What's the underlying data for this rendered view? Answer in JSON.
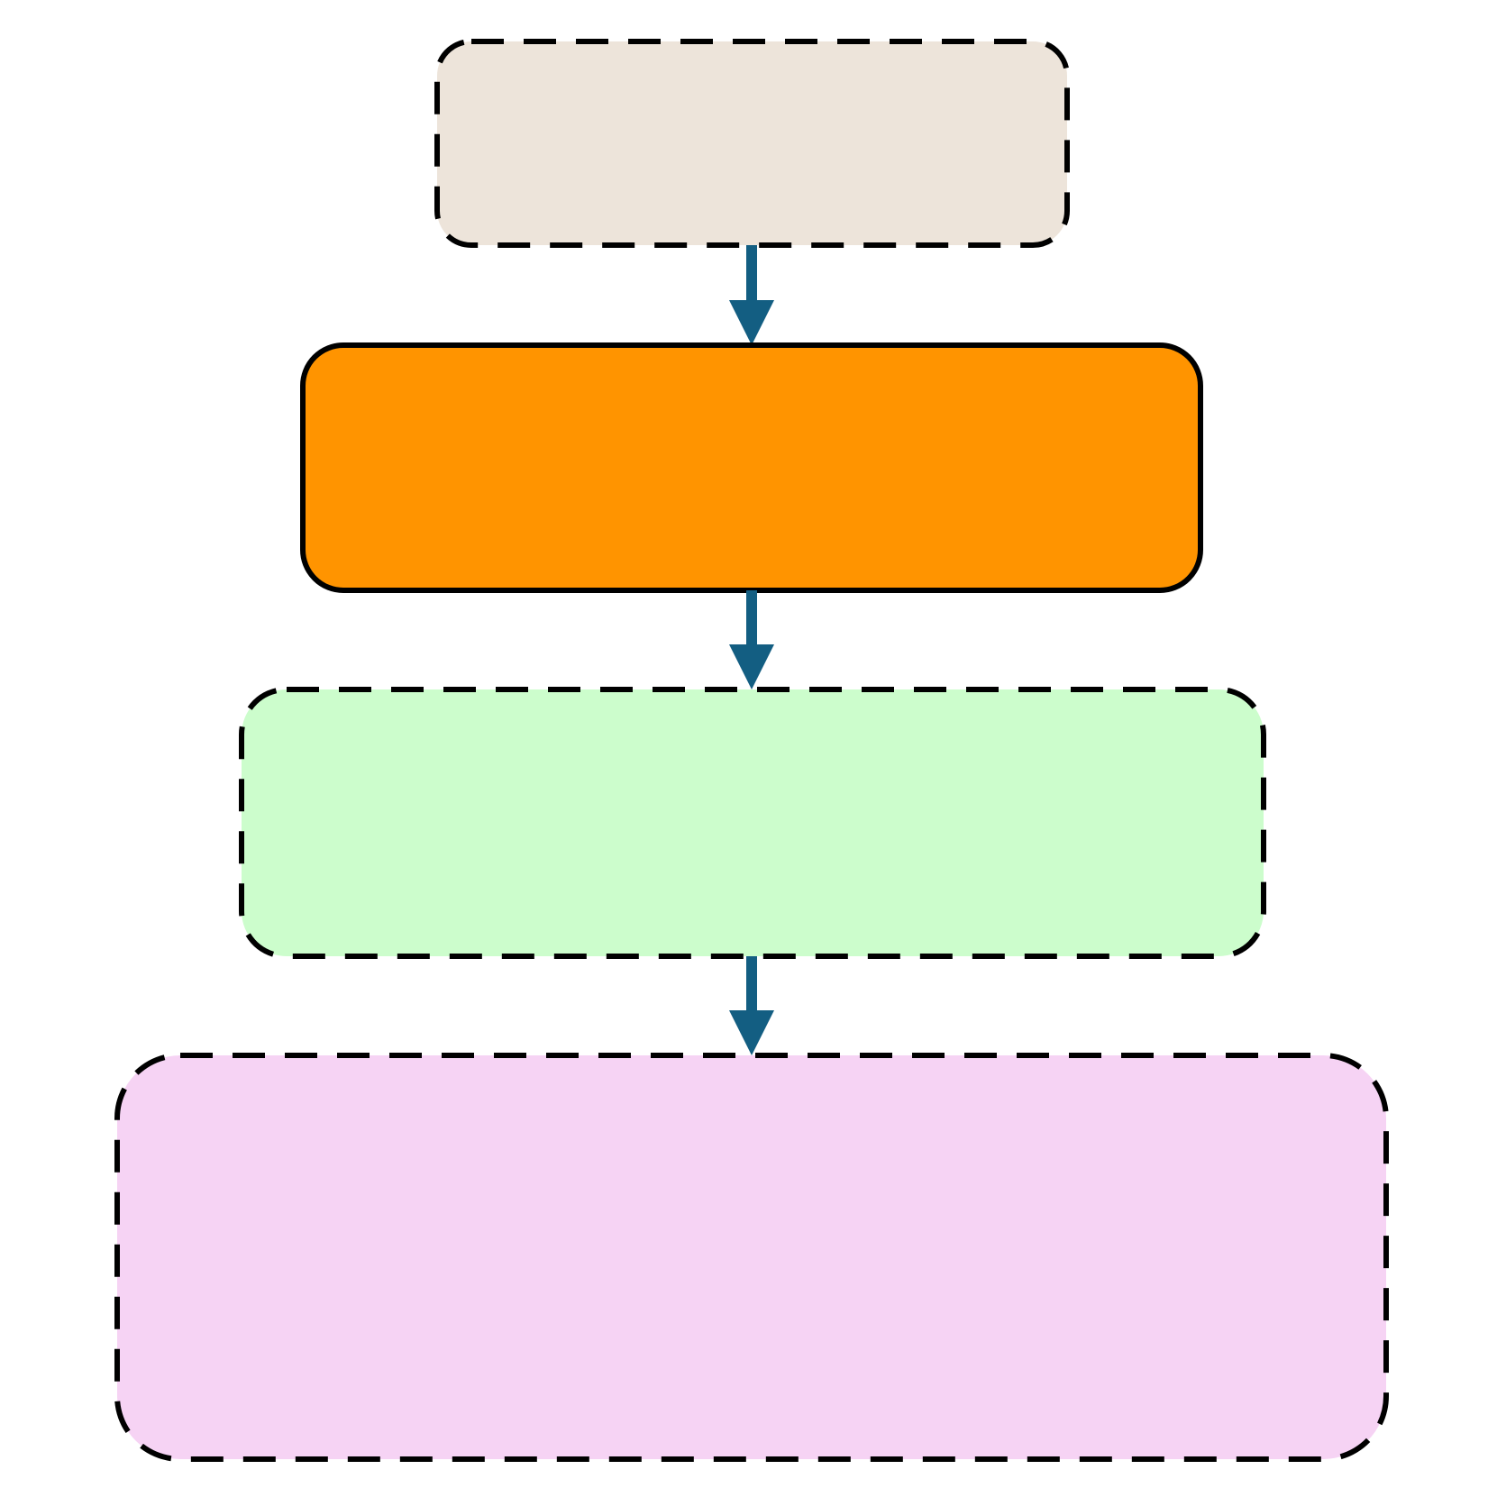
{
  "diagram": {
    "type": "flowchart",
    "direction": "top-to-bottom",
    "nodes": [
      {
        "id": "node-1",
        "label": "",
        "fill": "#EDE4DA",
        "border": "dashed",
        "border_color": "#000000"
      },
      {
        "id": "node-2",
        "label": "",
        "fill": "#FF9400",
        "border": "solid",
        "border_color": "#000000"
      },
      {
        "id": "node-3",
        "label": "",
        "fill": "#CCFDCC",
        "border": "dashed",
        "border_color": "#000000"
      },
      {
        "id": "node-4",
        "label": "",
        "fill": "#F6D3F4",
        "border": "dashed",
        "border_color": "#000000"
      }
    ],
    "edges": [
      {
        "from": "node-1",
        "to": "node-2",
        "color": "#135E82"
      },
      {
        "from": "node-2",
        "to": "node-3",
        "color": "#135E82"
      },
      {
        "from": "node-3",
        "to": "node-4",
        "color": "#135E82"
      }
    ]
  }
}
